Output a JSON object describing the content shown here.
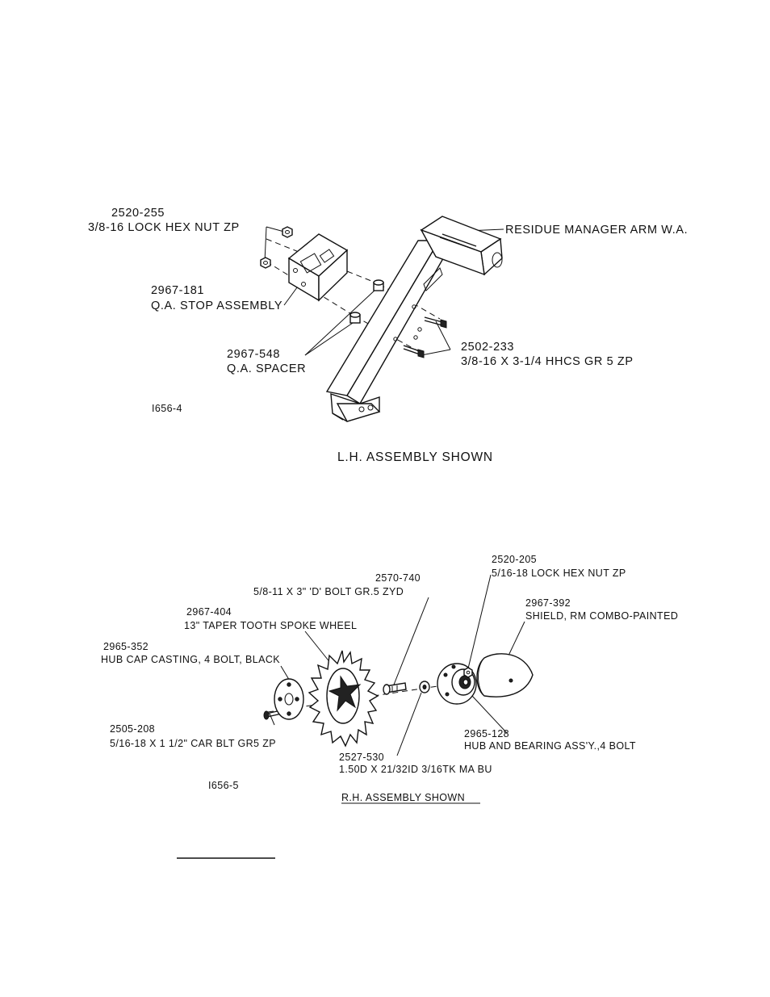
{
  "figure_top": {
    "callouts": [
      {
        "part": "2520-255",
        "desc": "3/8-16 LOCK HEX NUT ZP"
      },
      {
        "part": "2967-181",
        "desc": "Q.A. STOP ASSEMBLY"
      },
      {
        "part": "2967-548",
        "desc": "Q.A. SPACER"
      },
      {
        "part": "",
        "desc": "RESIDUE MANAGER ARM W.A."
      },
      {
        "part": "2502-233",
        "desc": "3/8-16 X 3-1/4 HHCS GR 5 ZP"
      }
    ],
    "figure_id": "I656-4",
    "caption": "L.H. ASSEMBLY SHOWN"
  },
  "figure_bottom": {
    "callouts": [
      {
        "part": "2520-205",
        "desc": "5/16-18 LOCK HEX NUT ZP"
      },
      {
        "part": "2570-740",
        "desc": "5/8-11 X 3\" 'D' BOLT GR.5 ZYD"
      },
      {
        "part": "2967-404",
        "desc": "13\" TAPER TOOTH SPOKE WHEEL"
      },
      {
        "part": "2967-392",
        "desc": "SHIELD, RM COMBO-PAINTED"
      },
      {
        "part": "2965-352",
        "desc": "HUB CAP CASTING, 4 BOLT, BLACK"
      },
      {
        "part": "2505-208",
        "desc": "5/16-18 X 1 1/2\" CAR BLT GR5 ZP"
      },
      {
        "part": "2965-128",
        "desc": "HUB AND BEARING ASS'Y.,4 BOLT"
      },
      {
        "part": "2527-530",
        "desc": "1.50D X 21/32ID 3/16TK MA BU"
      }
    ],
    "figure_id": "I656-5",
    "caption": "R.H. ASSEMBLY SHOWN"
  }
}
